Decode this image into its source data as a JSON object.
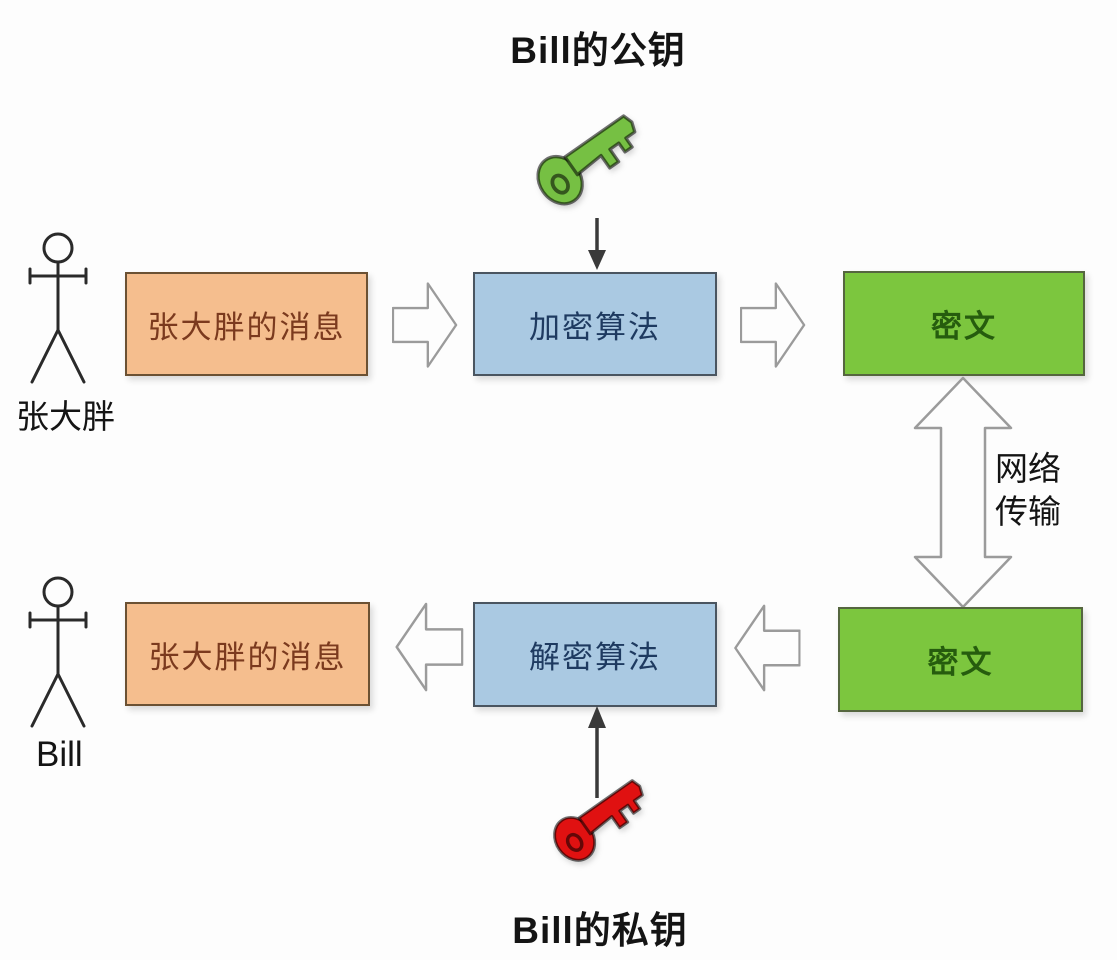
{
  "titles": {
    "public_key": "Bill的公钥",
    "private_key": "Bill的私钥"
  },
  "actors": {
    "sender": {
      "label": "张大胖"
    },
    "receiver": {
      "label": "Bill"
    }
  },
  "encrypt_flow": {
    "message": "张大胖的消息",
    "algorithm": "加密算法",
    "cipher": "密文"
  },
  "decrypt_flow": {
    "message": "张大胖的消息",
    "algorithm": "解密算法",
    "cipher": "密文"
  },
  "network": {
    "label_line1": "网络",
    "label_line2": "传输"
  },
  "icons": {
    "public_key": "key-icon",
    "private_key": "key-icon",
    "sender": "person-icon",
    "receiver": "person-icon"
  },
  "colors": {
    "text": "#141414",
    "message_fill": "#f5be8e",
    "message_border": "#6b5133",
    "message_text": "#7b3a1e",
    "algorithm_fill": "#aac9e2",
    "algorithm_border": "#4a5560",
    "algorithm_text": "#1e3a60",
    "cipher_fill": "#7cc63e",
    "cipher_border": "#55663f",
    "cipher_text": "#265c0e",
    "public_key": "#76c043",
    "private_key": "#e01111",
    "arrow_fill": "#fdfdfd",
    "arrow_stroke": "#9b9b9b",
    "thin_arrow": "#3a3a3a"
  }
}
